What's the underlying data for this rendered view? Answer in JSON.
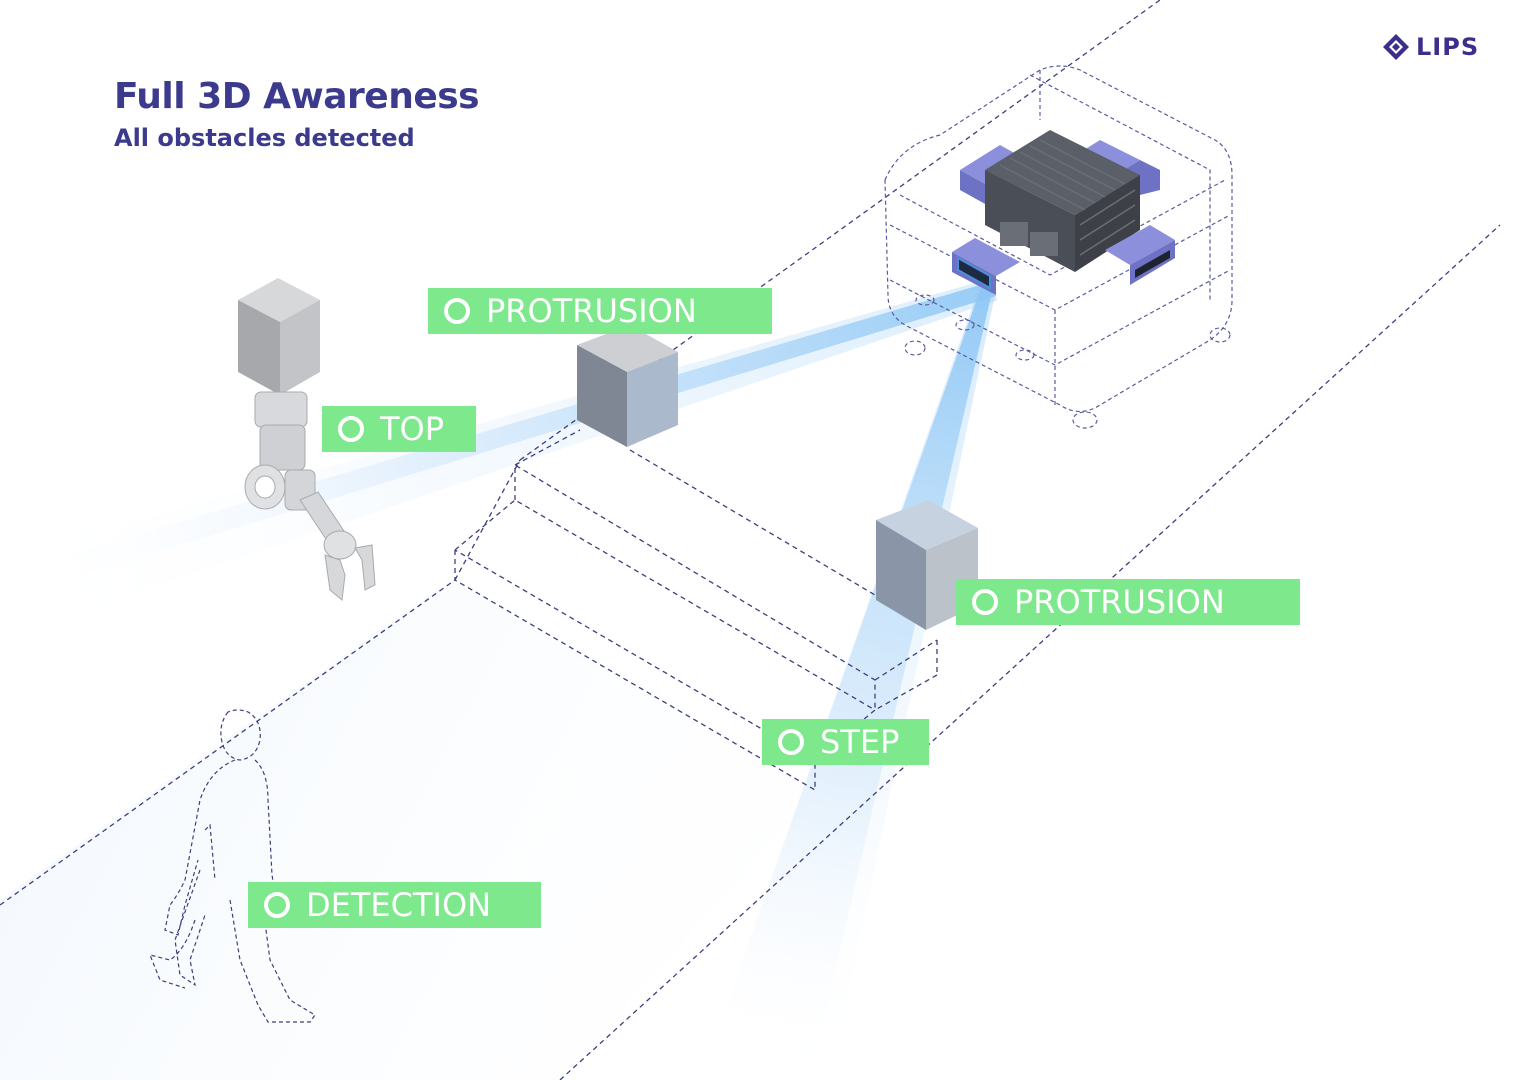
{
  "header": {
    "title": "Full 3D Awareness",
    "subtitle": "All obstacles detected"
  },
  "logo": {
    "text": "LIPS",
    "icon": "lips-diamond-icon"
  },
  "labels": [
    {
      "id": "protrusion-top",
      "text": "PROTRUSION"
    },
    {
      "id": "top",
      "text": "TOP"
    },
    {
      "id": "protrusion-right",
      "text": "PROTRUSION"
    },
    {
      "id": "step",
      "text": "STEP"
    },
    {
      "id": "detection",
      "text": "DETECTION"
    }
  ],
  "colors": {
    "title": "#3b3a8c",
    "tag_bg": "#7ee88c",
    "dash_line": "#3e3f7a",
    "beam": "#9fcdf7",
    "sensor": "#8b8fdc",
    "logo": "#3b2e8c"
  }
}
